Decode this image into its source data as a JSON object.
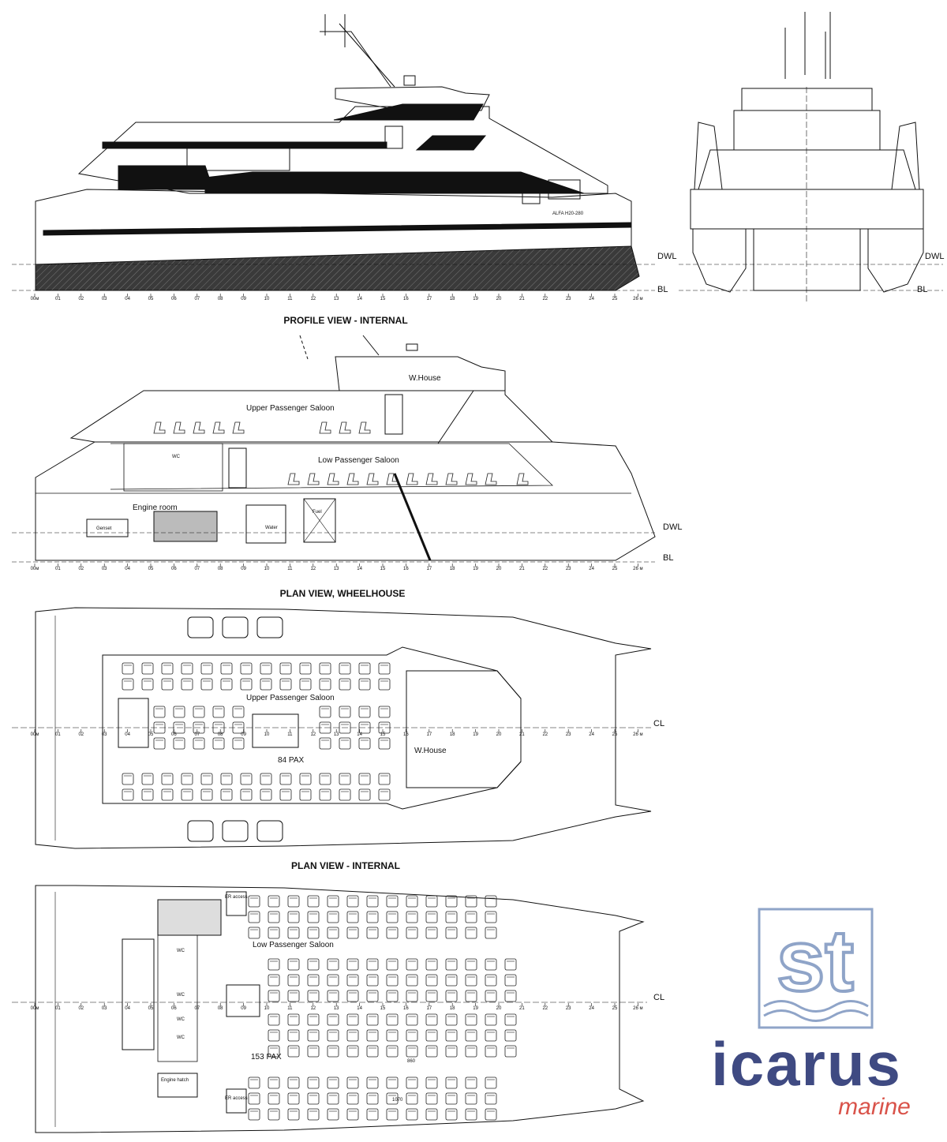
{
  "sections": {
    "profile_internal": "PROFILE VIEW - INTERNAL",
    "plan_wheelhouse": "PLAN VIEW, WHEELHOUSE",
    "plan_internal": "PLAN VIEW - INTERNAL"
  },
  "waterlines": {
    "dwl": "DWL",
    "bl": "BL",
    "cl": "CL"
  },
  "hull_name": "ALFA H20-280",
  "frames": [
    "00м",
    "01",
    "02",
    "03",
    "04",
    "05",
    "06",
    "07",
    "08",
    "09",
    "10",
    "11",
    "12",
    "13",
    "14",
    "15",
    "16",
    "17",
    "18",
    "19",
    "20",
    "21",
    "22",
    "23",
    "24",
    "25",
    "26 м"
  ],
  "profile_labels": {
    "w_house": "W.House",
    "upper_saloon": "Upper Passenger Saloon",
    "low_saloon": "Low Passenger Saloon",
    "wc": "WC",
    "engine_room": "Engine room",
    "genset": "Genset",
    "water": "Water",
    "fuel": "Fuel"
  },
  "plan_wheelhouse_labels": {
    "upper_saloon": "Upper Passenger Saloon",
    "pax": "84 PAX",
    "w_house": "W.House"
  },
  "plan_internal_labels": {
    "low_saloon": "Low Passenger Saloon",
    "pax": "153 PAX",
    "wc": "WC",
    "er_access": "ER access",
    "engine_hatch": "Engine hatch",
    "dim_860": "860",
    "dim_1070": "1070"
  },
  "logo": {
    "brand": "icarus",
    "sub": "marine",
    "mark": "st",
    "brand_color": "#3f4a82",
    "sub_color": "#d9534a",
    "mark_color": "#8fa4c8"
  }
}
